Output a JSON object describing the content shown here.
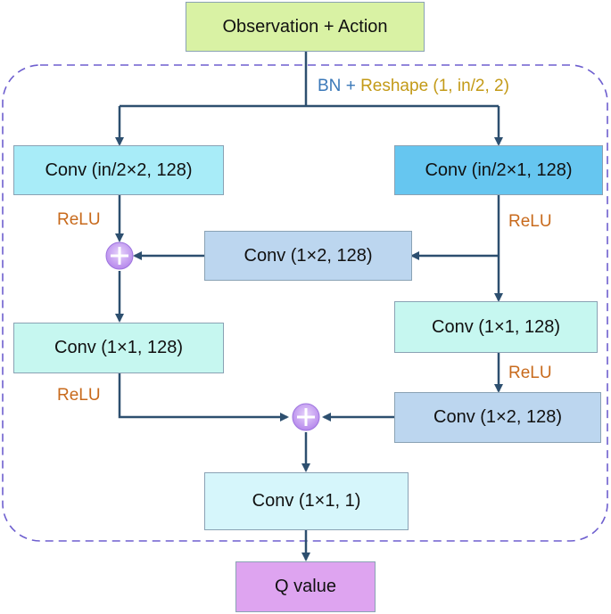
{
  "nodes": {
    "input": "Observation + Action",
    "conv_left_top": "Conv (in/2×2, 128)",
    "conv_right_top": "Conv (in/2×1, 128)",
    "conv_mid_1x2": "Conv (1×2, 128)",
    "conv_left_1x1": "Conv (1×1, 128)",
    "conv_right_1x1": "Conv (1×1, 128)",
    "conv_right_1x2": "Conv (1×2, 128)",
    "conv_final": "Conv (1×1, 1)",
    "output": "Q value"
  },
  "labels": {
    "bn": "BN",
    "plus": "+",
    "reshape": "Reshape (1, in/2, 2)",
    "relu_left_1": "ReLU",
    "relu_right_1": "ReLU",
    "relu_left_2": "ReLU",
    "relu_right_2": "ReLU"
  },
  "colors": {
    "input_fill": "#d9f2a4",
    "conv_light_cyan": "#a8ecf8",
    "conv_blue": "#66c6f0",
    "conv_steel": "#bcd6ef",
    "conv_mint": "#c6f7f0",
    "conv_final_fill": "#d6f6fb",
    "output_fill": "#dea4f0",
    "arrow": "#2d4f6f",
    "dashed_border": "#6e5fcf",
    "relu_text": "#c86a1c",
    "bn_text": "#3a78b8",
    "reshape_text": "#c39a17",
    "add_node": "#c69cf0"
  }
}
